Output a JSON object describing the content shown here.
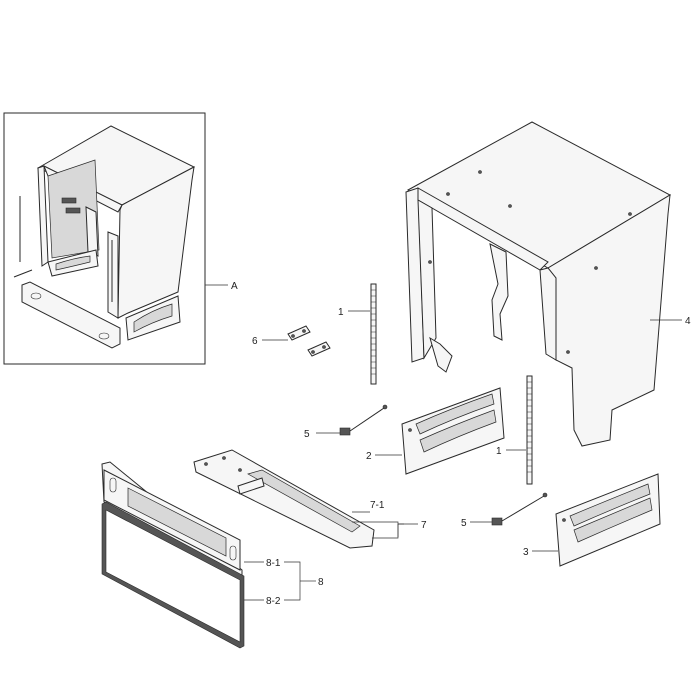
{
  "callouts": {
    "A": "A",
    "p1a": "1",
    "p1b": "1",
    "p2": "2",
    "p3": "3",
    "p4": "4",
    "p5a": "5",
    "p5b": "5",
    "p6": "6",
    "p7": "7",
    "p7_1": "7-1",
    "p8": "8",
    "p8_1": "8-1",
    "p8_2": "8-2"
  }
}
